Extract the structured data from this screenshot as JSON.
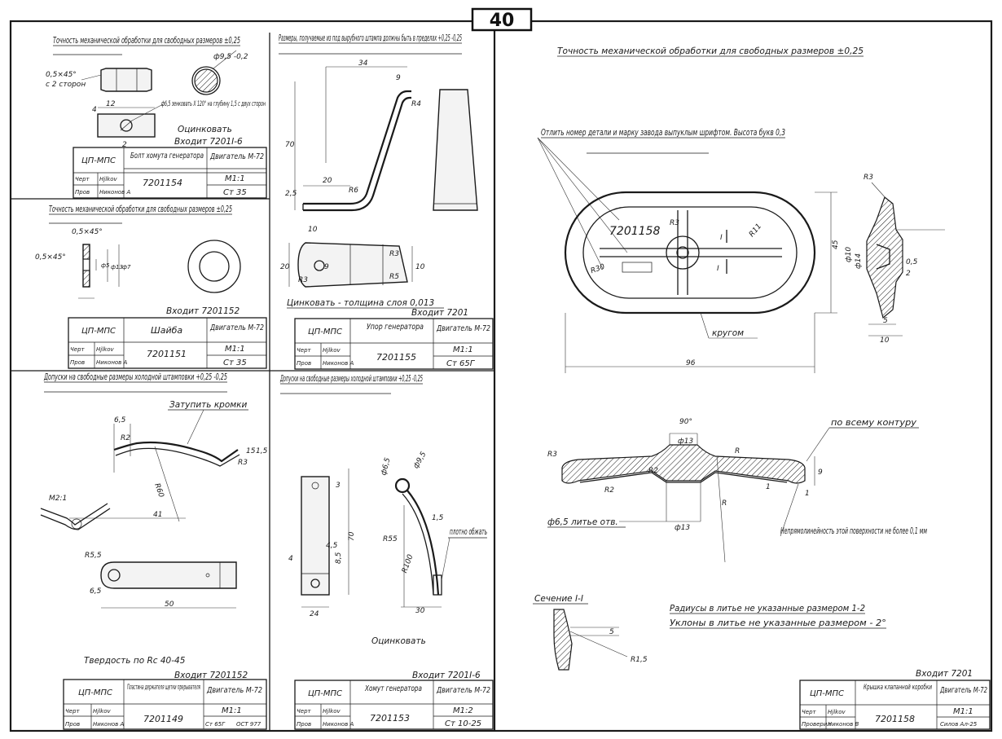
{
  "page_number": "40",
  "panels": {
    "p1": {
      "note": "Точность механической обработки для свободных размеров ±0,25",
      "dims": [
        "0,5×45°",
        "с 2 сторон",
        "ф9,5 -0,2",
        "12",
        "4",
        "2",
        "ф6,5 зенковать X 120° на глубину 1,5 с двух сторон"
      ],
      "finish": "Оцинковать",
      "enters": "Входит 7201I-6",
      "stamp": {
        "org": "ЦП-МПС",
        "name": "Болт хомута генератора",
        "product": "Двигатель М-72",
        "number": "7201154",
        "scale": "М1:1",
        "material": "Ст 35",
        "cherk": "Черт",
        "prov": "Пров",
        "sign1": "Hjlkov",
        "sign2": "Никонов А"
      }
    },
    "p2": {
      "note": "Точность механической обработки для свободных размеров ±0,25",
      "dims": [
        "0,5×45°",
        "0,5×45°",
        "ф5",
        "ф13",
        "ф7"
      ],
      "enters": "Входит 7201152",
      "stamp": {
        "org": "ЦП-МПС",
        "name": "Шайба",
        "product": "Двигатель М-72",
        "number": "7201151",
        "scale": "М1:1",
        "material": "Ст 35",
        "cherk": "Черт",
        "prov": "Пров",
        "sign1": "Hjlkov",
        "sign2": "Никонов А"
      }
    },
    "p3": {
      "note": "Размеры, получаемые из под вырубного штампа должны быть в пределах +0,25 -0,25",
      "dims": [
        "34",
        "9",
        "R4",
        "20",
        "R6",
        "2,5",
        "10",
        "20",
        "R3",
        "9",
        "R3",
        "R5",
        "10",
        "70"
      ],
      "coating": "Цинковать - толщина слоя 0,013",
      "enters": "Входит 7201",
      "stamp": {
        "org": "ЦП-МПС",
        "name": "Упор генератора",
        "product": "Двигатель М-72",
        "number": "7201155",
        "scale": "М1:1",
        "material": "Ст 65Г",
        "cherk": "Черт",
        "prov": "Пров",
        "sign1": "Hjlkov",
        "sign2": "Никонов А"
      }
    },
    "p4": {
      "note": "Допуски на свободные размеры холодной штамповки +0,25 -0,25",
      "callout": "Затупить кромки",
      "dims": [
        "6,5",
        "R2",
        "R60",
        "41",
        "15",
        "М2:1",
        "R5,5",
        "6,5",
        "50",
        "R3",
        "1,5"
      ],
      "hardness": "Твердость по Rc 40-45",
      "enters": "Входит 7201152",
      "stamp": {
        "org": "ЦП-МПС",
        "name": "Пластина держателя щетки прерывателя",
        "product": "Двигатель М-72",
        "number": "7201149",
        "scale": "М1:1",
        "material": "Ст 65Г",
        "material2": "ОСТ 977",
        "cherk": "Черт",
        "prov": "Пров",
        "sign1": "Hjlkov",
        "sign2": "Никонов А"
      }
    },
    "p5": {
      "note": "Допуски на свободные размеры холодной штамповки +0,25 -0,25",
      "dims": [
        "ф6,5",
        "ф9,5",
        "3",
        "4,5",
        "4",
        "8,5",
        "R55",
        "1,5",
        "R100",
        "30",
        "24",
        "70"
      ],
      "callout": "плотно обжать",
      "finish": "Оцинковать",
      "enters": "Входит 7201I-6",
      "stamp": {
        "org": "ЦП-МПС",
        "name": "Хомут генератора",
        "product": "Двигатель М-72",
        "number": "7201153",
        "scale": "М1:2",
        "material": "Ст 10-25",
        "cherk": "Черт",
        "prov": "Пров",
        "sign1": "Hjlkov",
        "sign2": "Никонов А"
      }
    },
    "p6": {
      "note": "Точность механической обработки для свободных размеров ±0,25",
      "casting_note": "Отлить номер детали и марку завода выпуклым шрифтом. Высота букв 0,3",
      "cast_number": "7201158",
      "dims": [
        "R3",
        "R11",
        "R30",
        "I",
        "I",
        "45",
        "96",
        "R3",
        "ф10",
        "ф14",
        "0,5",
        "2",
        "5",
        "10",
        "90°",
        "ф13",
        "R2",
        "R2",
        "R3",
        "ф13",
        "9",
        "1",
        "R",
        "R",
        "1"
      ],
      "around": "кругом",
      "contour": "по всему контуру",
      "hole": "ф6,5 литье отв.",
      "flatness": "Непрямолинейность этой поверхности не более 0,1 мм",
      "section": "Сечение I-I",
      "section_dims": [
        "5",
        "R1,5"
      ],
      "radii_note": "Радиусы в литье не указанные размером 1-2",
      "angles_note": "Уклоны в литье не указанные размером - 2°",
      "enters": "Входит 7201",
      "stamp": {
        "org": "ЦП-МПС",
        "name": "Крышка клапанной коробки",
        "product": "Двигатель М-72",
        "number": "7201158",
        "scale": "М1:1",
        "material": "Силов Ал-25",
        "cherk": "Черт",
        "prov": "Проверил",
        "sign1": "Hjlkov",
        "sign2": "Никонов В"
      }
    }
  }
}
